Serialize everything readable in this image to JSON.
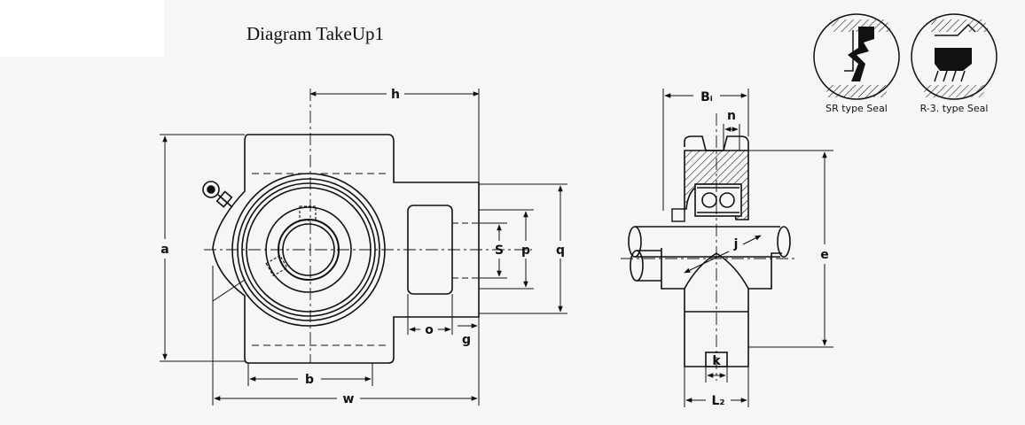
{
  "title": "Diagram TakeUp1",
  "front_view": {
    "labels": {
      "h": "h",
      "a": "a",
      "s": "S",
      "p": "p",
      "q": "q",
      "o": "o",
      "g": "g",
      "b": "b",
      "w": "w"
    }
  },
  "side_view": {
    "labels": {
      "bi": "Bᵢ",
      "n": "n",
      "j": "j",
      "e": "e",
      "k": "k",
      "l2": "L₂"
    }
  },
  "seals": [
    {
      "caption": "SR type Seal"
    },
    {
      "caption": "R-3. type Seal"
    }
  ],
  "colors": {
    "ink": "#111111",
    "paper": "#f6f6f6"
  }
}
